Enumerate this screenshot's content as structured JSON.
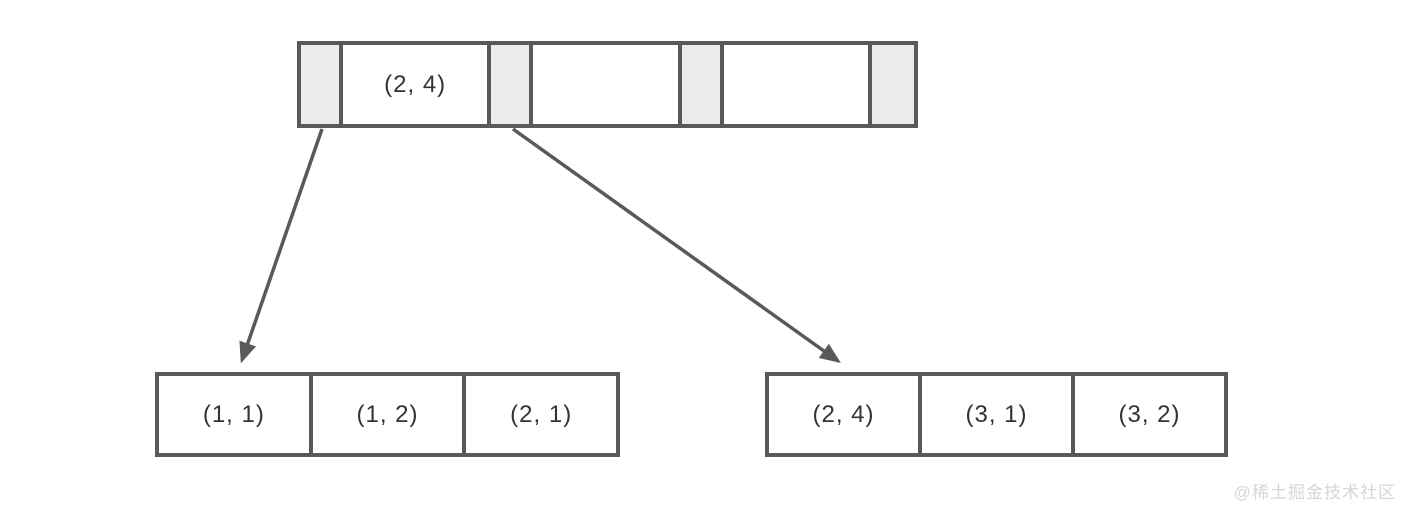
{
  "colors": {
    "background": "#ffffff",
    "border": "#595959",
    "pointer_fill": "#ebebeb",
    "key_fill": "#ffffff",
    "text": "#333333",
    "arrow": "#595959",
    "watermark": "#d6d6d6"
  },
  "root_node": {
    "cells": [
      {
        "kind": "pointer",
        "label": ""
      },
      {
        "kind": "key",
        "label": "(2, 4)"
      },
      {
        "kind": "pointer",
        "label": ""
      },
      {
        "kind": "key",
        "label": ""
      },
      {
        "kind": "pointer",
        "label": ""
      },
      {
        "kind": "key",
        "label": ""
      },
      {
        "kind": "pointer",
        "label": ""
      }
    ]
  },
  "left_leaf": {
    "cells": [
      {
        "label": "(1, 1)"
      },
      {
        "label": "(1, 2)"
      },
      {
        "label": "(2, 1)"
      }
    ]
  },
  "right_leaf": {
    "cells": [
      {
        "label": "(2, 4)"
      },
      {
        "label": "(3, 1)"
      },
      {
        "label": "(3, 2)"
      }
    ]
  },
  "watermark": "@稀土掘金技术社区"
}
